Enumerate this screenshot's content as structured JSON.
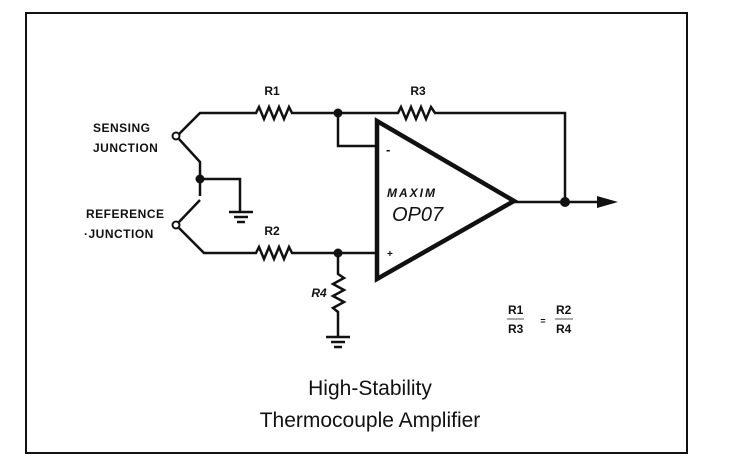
{
  "diagram": {
    "type": "circuit-schematic",
    "title_line1": "High-Stability",
    "title_line2": "Thermocouple Amplifier",
    "inputs": {
      "sensing_line1": "SENSING",
      "sensing_line2": "JUNCTION",
      "reference_line1": "REFERENCE",
      "reference_line2": "·JUNCTION"
    },
    "resistors": {
      "r1": "R1",
      "r2": "R2",
      "r3": "R3",
      "r4": "R4"
    },
    "opamp": {
      "brand": "MAXIM",
      "part": "OP07",
      "inverting_symbol": "-",
      "noninverting_symbol": "+"
    },
    "condition": {
      "num_left": "R1",
      "den_left": "R3",
      "relation": "=",
      "num_right": "R2",
      "den_right": "R4"
    },
    "connections": [
      "Sensing junction -> R1 -> inverting input node",
      "Inverting node -> R3 -> output",
      "Sensing/reference common node -> ground",
      "Reference junction -> R2 -> non-inverting input node",
      "Non-inverting node -> R4 -> ground",
      "Op-amp output -> output arrow"
    ]
  }
}
